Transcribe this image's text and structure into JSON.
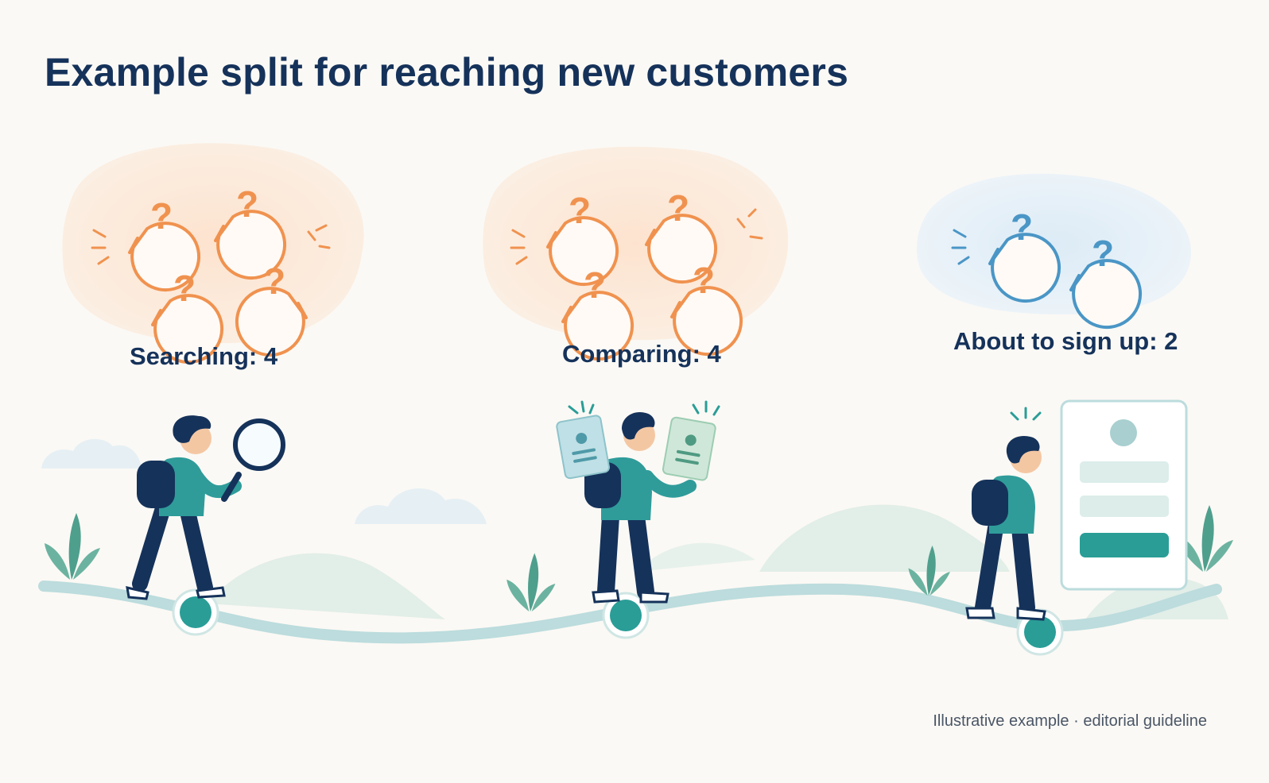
{
  "title": "Example split for reaching new customers",
  "stages": [
    {
      "label": "Searching: 4",
      "count": 4,
      "tone": "orange",
      "figure": "magnifier"
    },
    {
      "label": "Comparing: 4",
      "count": 4,
      "tone": "orange",
      "figure": "cards"
    },
    {
      "label": "About to sign up: 2",
      "count": 2,
      "tone": "blue",
      "figure": "signup-form"
    }
  ],
  "footer": "Illustrative example · editorial guideline",
  "colors": {
    "navy": "#15325a",
    "teal": "#2a9d97",
    "orange": "#f0924f",
    "blue": "#4a96c6"
  }
}
